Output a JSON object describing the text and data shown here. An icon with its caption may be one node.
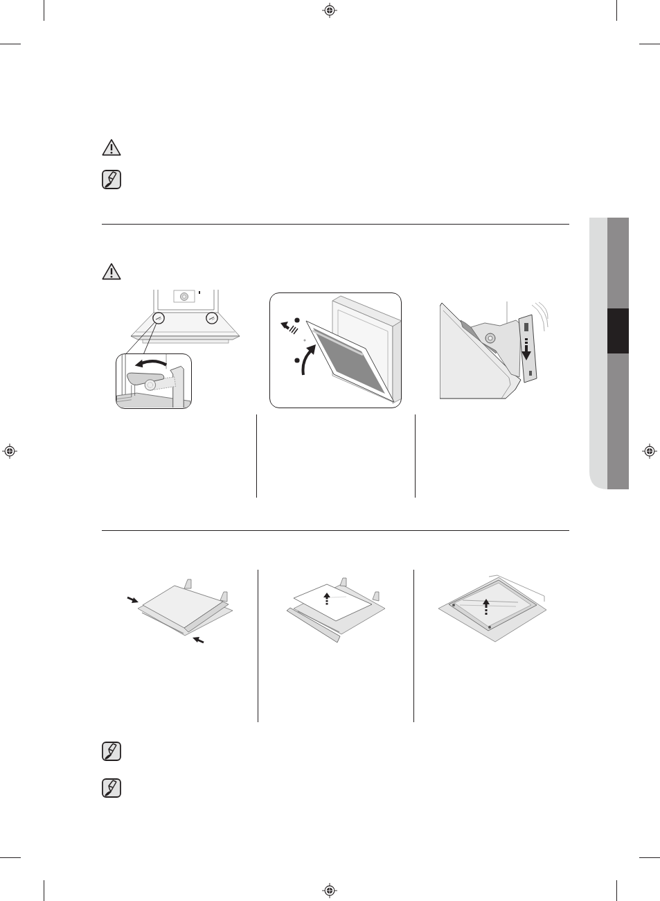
{
  "diagram": {
    "nodes": [
      {
        "text": [],
        "shape": "circle"
      },
      {
        "text": [],
        "shape": "circle"
      },
      {
        "text": [],
        "shape": "picture"
      }
    ],
    "edges": [
      {
        "from": 0,
        "to": 2,
        "arrow": "none"
      },
      {
        "from": 0,
        "to": 2,
        "arrow": "none"
      }
    ]
  }
}
